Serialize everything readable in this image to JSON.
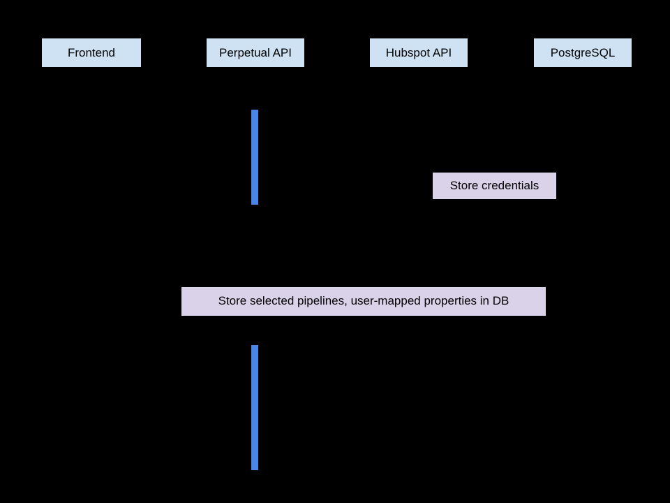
{
  "diagram": {
    "type": "sequence-diagram",
    "actors": [
      {
        "id": "frontend",
        "label": "Frontend"
      },
      {
        "id": "perpetual",
        "label": "Perpetual API"
      },
      {
        "id": "hubspot",
        "label": "Hubspot API"
      },
      {
        "id": "postgres",
        "label": "PostgreSQL"
      }
    ],
    "notes": [
      {
        "id": "store-credentials",
        "label": "Store credentials"
      },
      {
        "id": "store-pipelines",
        "label": "Store selected pipelines, user-mapped properties in DB"
      }
    ],
    "activations": [
      {
        "id": "perpetual-activation-1",
        "actor": "Perpetual API"
      },
      {
        "id": "perpetual-activation-2",
        "actor": "Perpetual API"
      }
    ],
    "colors": {
      "background": "#000000",
      "actor_fill": "#cfe2f3",
      "note_fill": "#d9d2e9",
      "activation_fill": "#4a86e8",
      "text": "#000000"
    }
  }
}
